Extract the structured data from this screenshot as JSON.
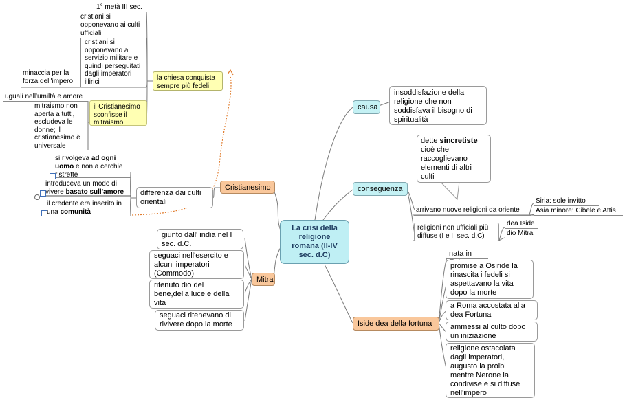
{
  "central": "La crisi della religione romana (II-IV sec. d.C)",
  "causa": {
    "label": "causa",
    "text": "insoddisfazione della religione che non soddisfava il bisogno di spiritualità"
  },
  "conseguenza": {
    "label": "conseguenza",
    "callout_pre": "dette ",
    "callout_bold": "sincretiste",
    "callout_post": " cioè che raccoglievano elementi di altri culti",
    "arrivano": "arrivano nuove religioni da oriente",
    "siria": "Siria: sole invitto",
    "asia": "Asia minore: Cibele e Attis",
    "non_ufficiali": "religioni non ufficiali più diffuse (I e II sec. d.C)",
    "dea_iside": "dea Iside",
    "dio_mitra": "dio Mitra"
  },
  "iside": {
    "label": "Iside dea della fortuna",
    "items": [
      "nata in Egitto",
      "promise a Osiride la rinascita i fedeli si aspettavano la vita dopo la morte",
      "a Roma accostata alla dea Fortuna",
      "ammessi al culto dopo un iniziazione",
      "religione ostacolata dagli imperatori, augusto la proibi mentre Nerone la condivise e si diffuse nell'impero"
    ]
  },
  "mitra": {
    "label": "Mitra",
    "items": [
      "giunto dall' india nel I sec. d.C.",
      "seguaci nell'esercito e alcuni imperatori (Commodo)",
      "ritenuto dio del bene,della luce e della vita",
      "seguaci ritenevano di rivivere  dopo la morte"
    ]
  },
  "cristianesimo": {
    "label": "Cristianesimo",
    "differenza": "differenza dai culti orientali",
    "s1_pre": "si rivolgeva ",
    "s1_bold1": "ad ogni uomo",
    "s1_post": " e non a cerchie ristrette",
    "s2_pre": "introduceva un modo di vivere ",
    "s2_bold": "basato sull'amore",
    "s3_pre": "il credente era inserito in una ",
    "s3_bold": "comunità",
    "chiesa": "la chiesa conquista sempre più fedeli",
    "meta": "1° metà III sec.",
    "opponevano_culti": "cristiani si opponevano ai culti ufficiali",
    "opponevano_militare": "cristiani si opponevano al servizio militare e quindi perseguitati dagli imperatori illirici",
    "minaccia": "minaccia per la forza dell'impero",
    "sconfisse": "il Cristianesimo sconfisse il mitraismo",
    "uguali": "uguali nell'umiltà e amore",
    "mitraismo": "mitraismo non aperta a tutti, escludeva le donne; il cristianesimo è universale"
  }
}
